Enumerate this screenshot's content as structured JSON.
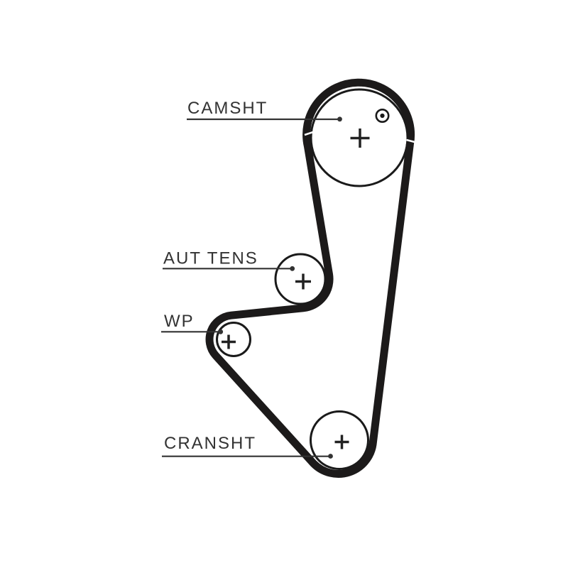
{
  "page": {
    "background": "#ffffff",
    "kind": "timing-belt-routing-diagram"
  },
  "diagram": {
    "belt_color": "#1c1a1a",
    "outline_color": "#1a1a1a",
    "annotation_color": "#333333",
    "labels": {
      "camshaft": "CAMSHT",
      "tensioner": "AUT TENS",
      "water_pump": "WP",
      "crankshaft": "CRANSHT"
    },
    "pulleys": [
      {
        "id": "camshaft",
        "label": "CAMSHT",
        "center_mark": "+",
        "has_timing_mark": true
      },
      {
        "id": "tensioner",
        "label": "AUT TENS",
        "center_mark": "+",
        "has_timing_mark": false
      },
      {
        "id": "water-pump",
        "label": "WP",
        "center_mark": "+",
        "has_timing_mark": false
      },
      {
        "id": "crankshaft",
        "label": "CRANSHT",
        "center_mark": "+",
        "has_timing_mark": false
      }
    ],
    "icons": {
      "center_cross": "+",
      "timing_mark": "⊙"
    }
  }
}
